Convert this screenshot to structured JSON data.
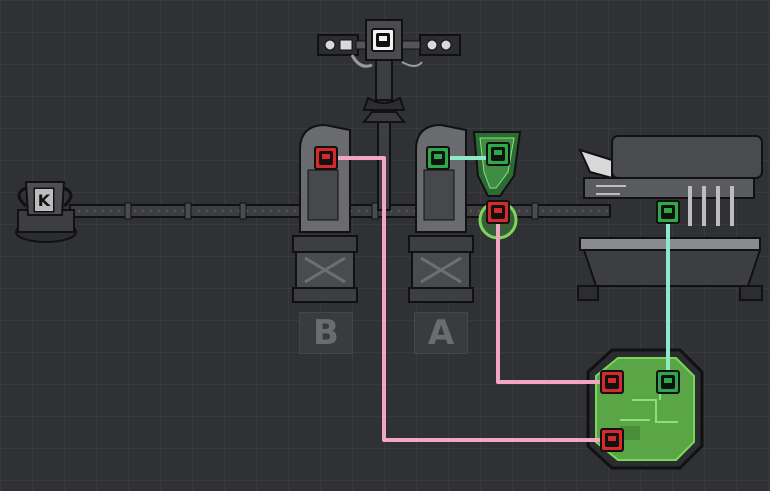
{
  "scene": {
    "pad_labels": [
      "B",
      "A"
    ],
    "cup_label": "K",
    "colors": {
      "red_wire": "#f2a6c4",
      "green_wire": "#8fe8c8",
      "red_port": "#d42a2a",
      "green_port": "#2fa84a",
      "white_port": "#f2f2f2",
      "gate_glow": "#7cd65a",
      "pipe": "#3d3e41",
      "outline": "#111111"
    },
    "icons": {
      "input_port": "red-socket-icon",
      "output_port": "green-socket-icon",
      "main_sensor": "white-socket-icon",
      "gate": "logic-gate-icon",
      "cup": "cup-icon"
    }
  }
}
